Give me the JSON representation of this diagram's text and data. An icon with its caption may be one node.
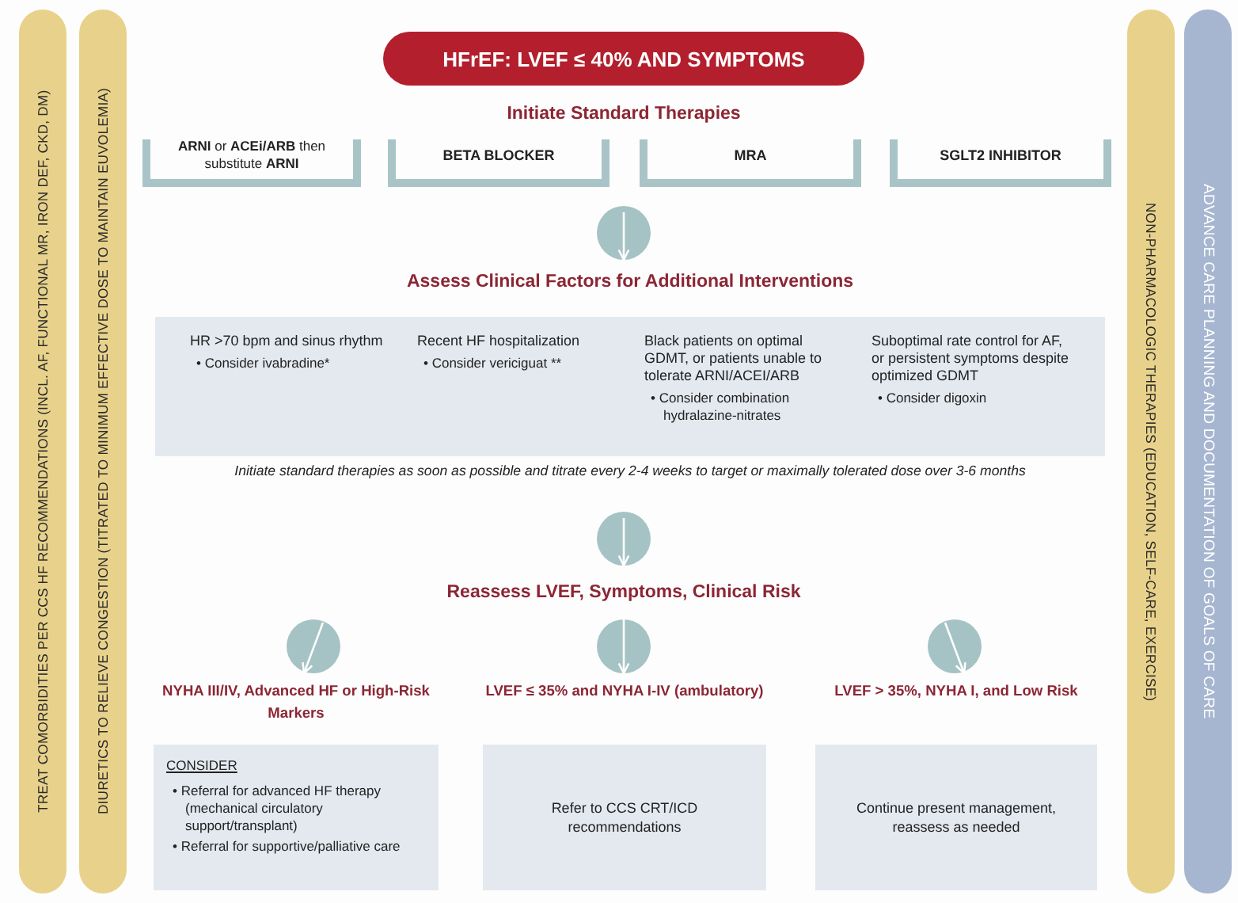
{
  "diagram": {
    "nodes": [
      {
        "text": [
          "TREAT COMORBIDITIES PER CCS HF RECOMMENDATIONS (INCL. AF, FUNCTIONAL MR, IRON DEF, CKD, DM)"
        ]
      },
      {
        "text": [
          "DIURETICS TO RELIEVE CONGESTION (TITRATED TO MINIMUM EFFECTIVE DOSE TO MAINTAIN EUVOLEMIA)"
        ]
      },
      {
        "text": [
          "HFrEF: LVEF ≤ 40% AND SYMPTOMS"
        ]
      },
      {
        "text": [
          "**ARNI** or **ACEi/ARB** then substitute **ARNI**"
        ]
      },
      {
        "text": [
          "BETA BLOCKER"
        ]
      },
      {
        "text": [
          "MRA"
        ]
      },
      {
        "text": [
          "SGLT2 INHIBITOR"
        ]
      },
      {
        "text": [
          "Assess Clinical Factors for Additional Interventions",
          "HR >70 bpm and sinus rhythm",
          "• Consider ivabradine*",
          "Recent HF hospitalization",
          "• Consider vericiguat **",
          "Black patients on optimal GDMT, or patients unable to tolerate ARNI/ACEI/ARB",
          "• Consider combination hydralazine-nitrates",
          "Suboptimal rate control for AF, or persistent symptoms despite optimized GDMT",
          "• Consider digoxin"
        ]
      },
      {
        "text": [
          "Reassess LVEF, Symptoms, Clinical Risk"
        ]
      },
      {
        "text": [
          "NYHA III/IV, Advanced HF or High-Risk Markers",
          "CONSIDER",
          "• Referral for advanced HF therapy (mechanical circulatory support/transplant)",
          "• Referral for supportive/palliative care"
        ]
      },
      {
        "text": [
          "LVEF ≤ 35% and NYHA I-IV (ambulatory)",
          "Refer to CCS CRT/ICD recommendations"
        ]
      },
      {
        "text": [
          "LVEF > 35%, NYHA I, and Low Risk",
          "Continue present management, reassess as needed"
        ]
      },
      {
        "text": [
          "NON-PHARMACOLOGIC THERAPIES (EDUCATION, SELF-CARE, EXERCISE)"
        ]
      },
      {
        "text": [
          "ADVANCE CARE PLANNING AND DOCUMENTATION OF GOALS OF CARE"
        ]
      }
    ],
    "edges": [
      {
        "from": null,
        "to": 7,
        "arrow": "to"
      },
      {
        "from": null,
        "to": 8,
        "arrow": "to"
      },
      {
        "from": null,
        "to": 9,
        "arrow": "to"
      },
      {
        "from": 8,
        "to": 10,
        "arrow": "to"
      },
      {
        "from": null,
        "to": 11,
        "arrow": "to"
      }
    ],
    "labels": [
      "Initiate Standard Therapies",
      "Initiate standard therapies as soon as possible and titrate every 2-4 weeks to target or maximally tolerated dose over 3-6 months"
    ]
  }
}
